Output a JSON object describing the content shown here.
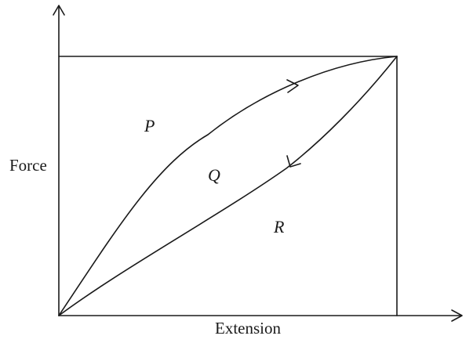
{
  "diagram": {
    "axes": {
      "y_label": "Force",
      "x_label": "Extension"
    },
    "regions": {
      "p": "P",
      "q": "Q",
      "r": "R"
    },
    "curves": {
      "loading": {
        "direction": "up",
        "arrow": "right"
      },
      "unloading": {
        "direction": "down",
        "arrow": "down-left"
      }
    },
    "colors": {
      "ink": "#1a1a1a",
      "background": "#ffffff"
    }
  }
}
